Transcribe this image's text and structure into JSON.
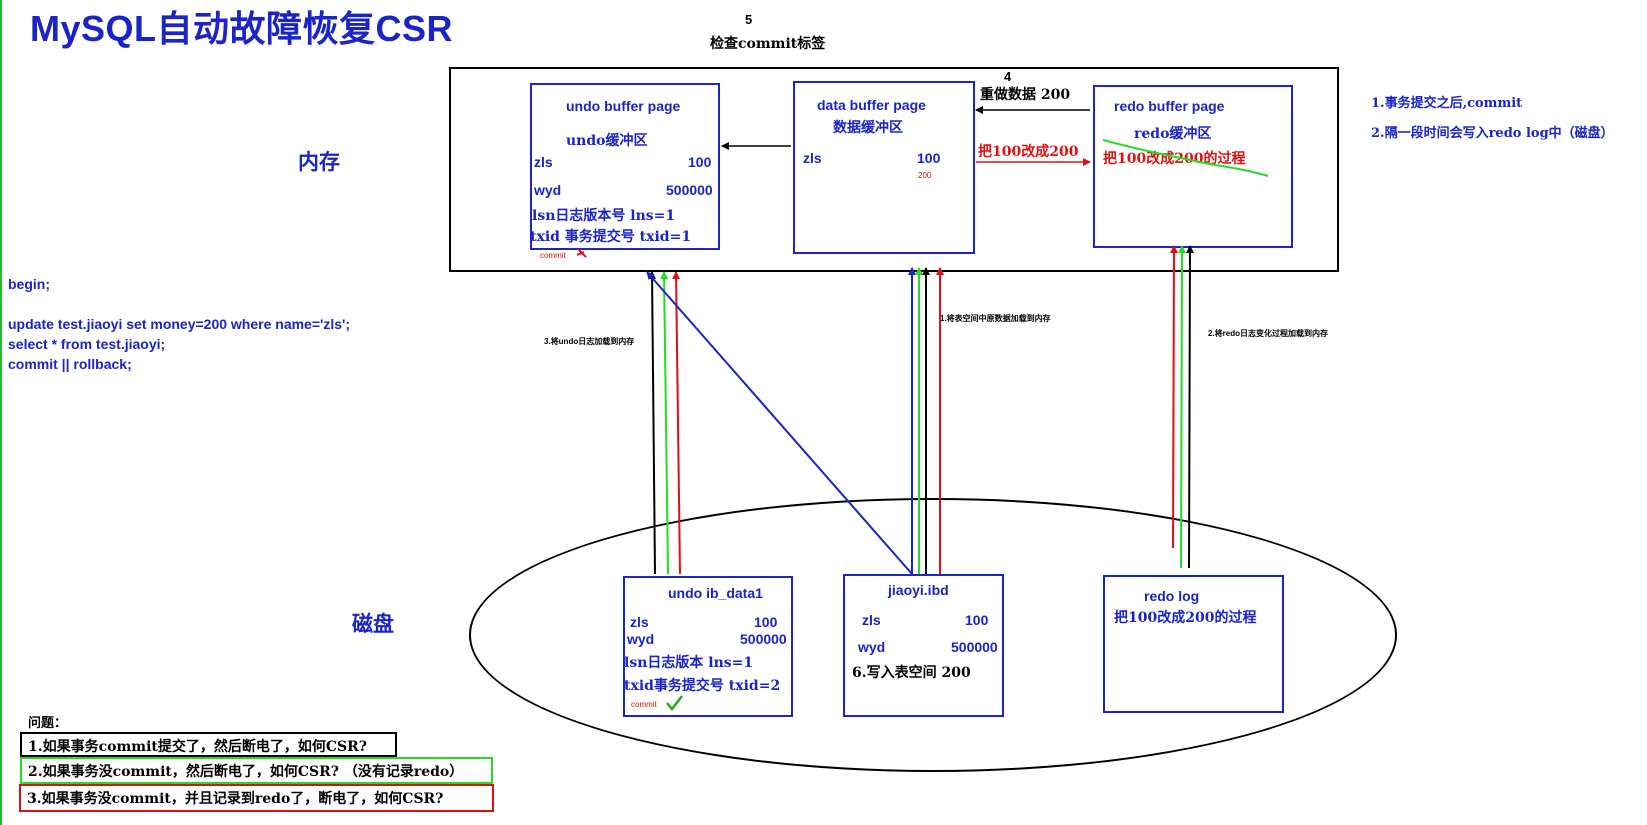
{
  "title": "MySQL自动故障恢复CSR",
  "step5": {
    "num": "5",
    "text": "检查commit标签"
  },
  "step4": {
    "num": "4",
    "text": "重做数据 200"
  },
  "labels": {
    "memory": "内存",
    "disk": "磁盘"
  },
  "notes": [
    "1.事务提交之后,commit",
    "2.隔一段时间会写入redo log中（磁盘）"
  ],
  "memory": {
    "undo": {
      "title": "undo buffer page",
      "subtitle": "undo缓冲区",
      "row1_key": "zls",
      "row1_val": "100",
      "row2_key": "wyd",
      "row2_val": "500000",
      "lsn": "lsn日志版本号  lns=1",
      "txid": "txid 事务提交号  txid=1",
      "commit": "commit"
    },
    "data": {
      "title": "data buffer page",
      "subtitle": "数据缓冲区",
      "row1_key": "zls",
      "row1_val": "100",
      "small_val": "200"
    },
    "redo": {
      "title": "redo  buffer page",
      "subtitle": "redo缓冲区",
      "change": "把100改成200的过程"
    },
    "arrow_label": "把100改成200"
  },
  "disk": {
    "undo": {
      "title": "undo  ib_data1",
      "row1_key": "zls",
      "row1_val": "100",
      "row2_key": "wyd",
      "row2_val": "500000",
      "lsn": "lsn日志版本  lns=1",
      "txid": "txid事务提交号  txid=2",
      "commit": "commit"
    },
    "jiaoyi": {
      "title": "jiaoyi.ibd",
      "row1_key": "zls",
      "row1_val": "100",
      "row2_key": "wyd",
      "row2_val": "500000",
      "step6": "6.写入表空间 200"
    },
    "redo": {
      "title": "redo  log",
      "change": "把100改成200的过程"
    }
  },
  "arrow_notes": {
    "undo_load": "3.将undo日志加载到内存",
    "data_load": "1.将表空间中原数据加载到内存",
    "redo_load": "2.将redo日志变化过程加载到内存"
  },
  "sql": [
    "begin;",
    "update test.jiaoyi set money=200 where name='zls';",
    "select  * from test.jiaoyi;",
    "commit  ||   rollback;"
  ],
  "questions": {
    "heading": "问题：",
    "items": [
      "1.如果事务commit提交了，然后断电了，如何CSR?",
      "2.如果事务没commit，然后断电了，如何CSR? （没有记录redo）",
      "3.如果事务没commit，并且记录到redo了，断电了，如何CSR?"
    ]
  },
  "colors": {
    "blue": "#1a24c8",
    "red": "#e01010",
    "green": "#22dd22",
    "black": "#000000"
  }
}
